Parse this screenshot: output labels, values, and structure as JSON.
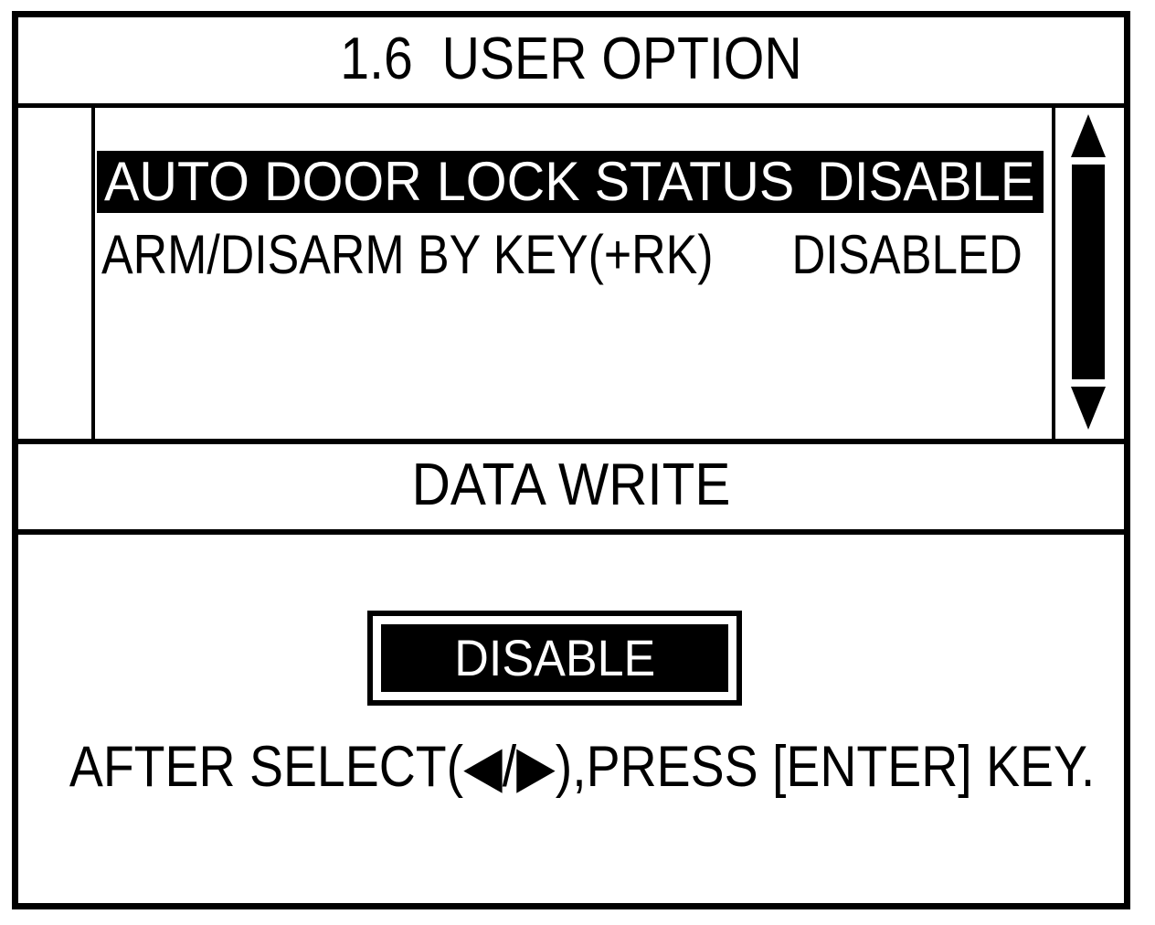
{
  "title": "1.6  USER OPTION",
  "list": {
    "items": [
      {
        "label": "AUTO DOOR LOCK STATUS",
        "value": "DISABLE",
        "selected": true
      },
      {
        "label": "ARM/DISARM BY KEY(+RK)",
        "value": "DISABLED",
        "selected": false
      }
    ],
    "scrollbar": {
      "up_icon": "up-triangle",
      "down_icon": "down-triangle"
    }
  },
  "section_title": "DATA WRITE",
  "editor": {
    "value": "DISABLE",
    "instruction": "AFTER SELECT(◀/▶),PRESS [ENTER] KEY."
  },
  "colors": {
    "foreground": "#000000",
    "background": "#ffffff",
    "highlight_bg": "#000000",
    "highlight_fg": "#ffffff"
  }
}
